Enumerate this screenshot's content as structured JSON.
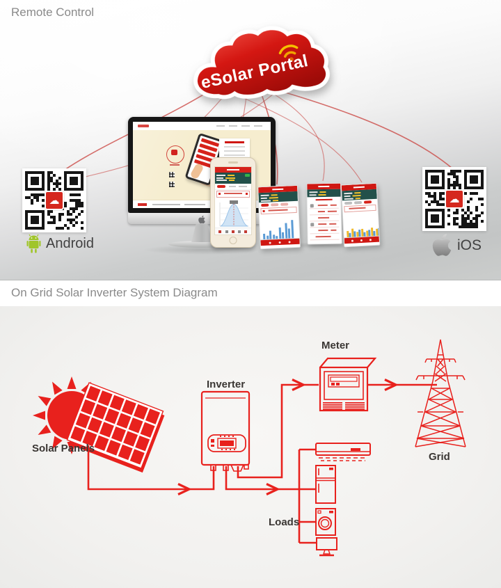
{
  "top": {
    "title": "Remote Control",
    "cloud": {
      "label": "eSolar Portal"
    },
    "android_label": "Android",
    "ios_label": "iOS"
  },
  "diagram": {
    "title": "On Grid Solar Inverter System Diagram",
    "labels": {
      "solar": "Solar Panels",
      "inverter": "Inverter",
      "meter": "Meter",
      "grid": "Grid",
      "loads": "Loads"
    }
  },
  "colors": {
    "accent_red": "#e8211d",
    "cloud_red": "#cf1712",
    "curve_red": "#c9403c",
    "teal_header": "#22504a",
    "android_green": "#a0c52a",
    "heading_gray": "#8a8a8a",
    "chart_blue": "#5b9bd5",
    "chart_yellow": "#f0b929"
  },
  "icons": {
    "cloud_wifi": "wifi-icon",
    "android": "android-robot-icon",
    "ios": "apple-logo-icon",
    "monitor_brand": "apple-logo-icon",
    "qr_center": "esolar-cloud-logo-icon"
  },
  "decor": {
    "daily_chart_bars": [
      8,
      5,
      12,
      6,
      4,
      16,
      9,
      22,
      14,
      26
    ],
    "grouped_chart_bars": [
      [
        9,
        6
      ],
      [
        12,
        8
      ],
      [
        7,
        10
      ],
      [
        11,
        6
      ],
      [
        8,
        9
      ],
      [
        12,
        7
      ],
      [
        10,
        11
      ],
      [
        13,
        8
      ]
    ]
  }
}
